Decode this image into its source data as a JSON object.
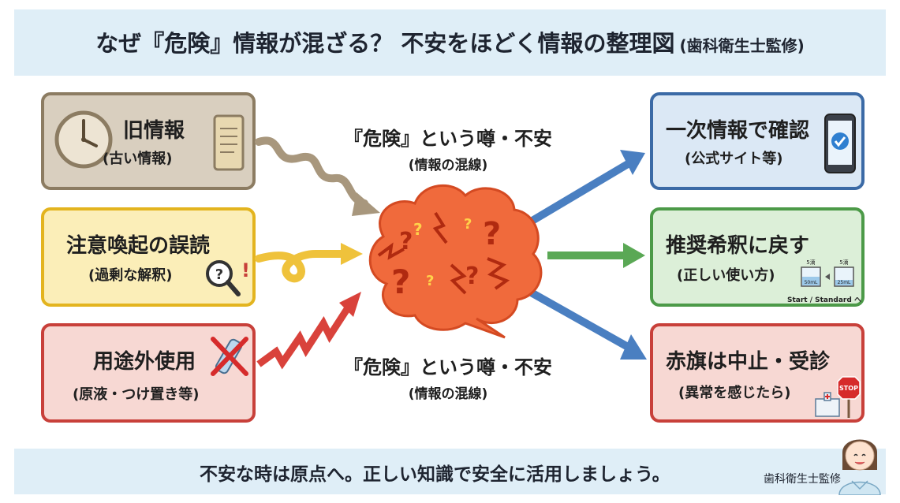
{
  "title": {
    "main": "なぜ『危険』情報が混ざる？ 不安をほどく情報の整理図",
    "sub": "(歯科衛生士監修)"
  },
  "left_cards": [
    {
      "title": "旧情報",
      "subtitle": "(古い情報)"
    },
    {
      "title": "注意喚起の誤読",
      "subtitle": "(過剰な解釈)"
    },
    {
      "title": "用途外使用",
      "subtitle": "(原液・つけ置き等)"
    }
  ],
  "center": {
    "top_label": "『危険』という噂・不安",
    "top_sub": "(情報の混線)",
    "bottom_label": "『危険』という噂・不安",
    "bottom_sub": "(情報の混線)"
  },
  "right_cards": [
    {
      "title": "一次情報で確認",
      "subtitle": "(公式サイト等)"
    },
    {
      "title": "推奨希釈に戻す",
      "subtitle": "(正しい使い方)",
      "cup1": "5滴",
      "cup1_vol": "50mL",
      "cup2": "5滴",
      "cup2_vol": "25mL",
      "caption": "Start / Standard へ"
    },
    {
      "title": "赤旗は中止・受診",
      "subtitle": "(異常を感じたら)",
      "stop": "STOP"
    }
  ],
  "footer": {
    "message": "不安な時は原点へ。正しい知識で安全に活用しましょう。",
    "signature": "歯科衛生士監修"
  },
  "colors": {
    "old_info": "#d9cfbf",
    "old_info_border": "#8c7c62",
    "warning": "#fbeeb8",
    "warning_border": "#e3b41f",
    "misuse": "#f7d8d3",
    "misuse_border": "#c8403a",
    "primary": "#dbe8f5",
    "primary_border": "#3b6aa6",
    "dilute": "#dcefd8",
    "dilute_border": "#4c9a48",
    "redflag": "#f7d8d3",
    "redflag_border": "#c8403a",
    "cloud": "#f06a3c"
  }
}
